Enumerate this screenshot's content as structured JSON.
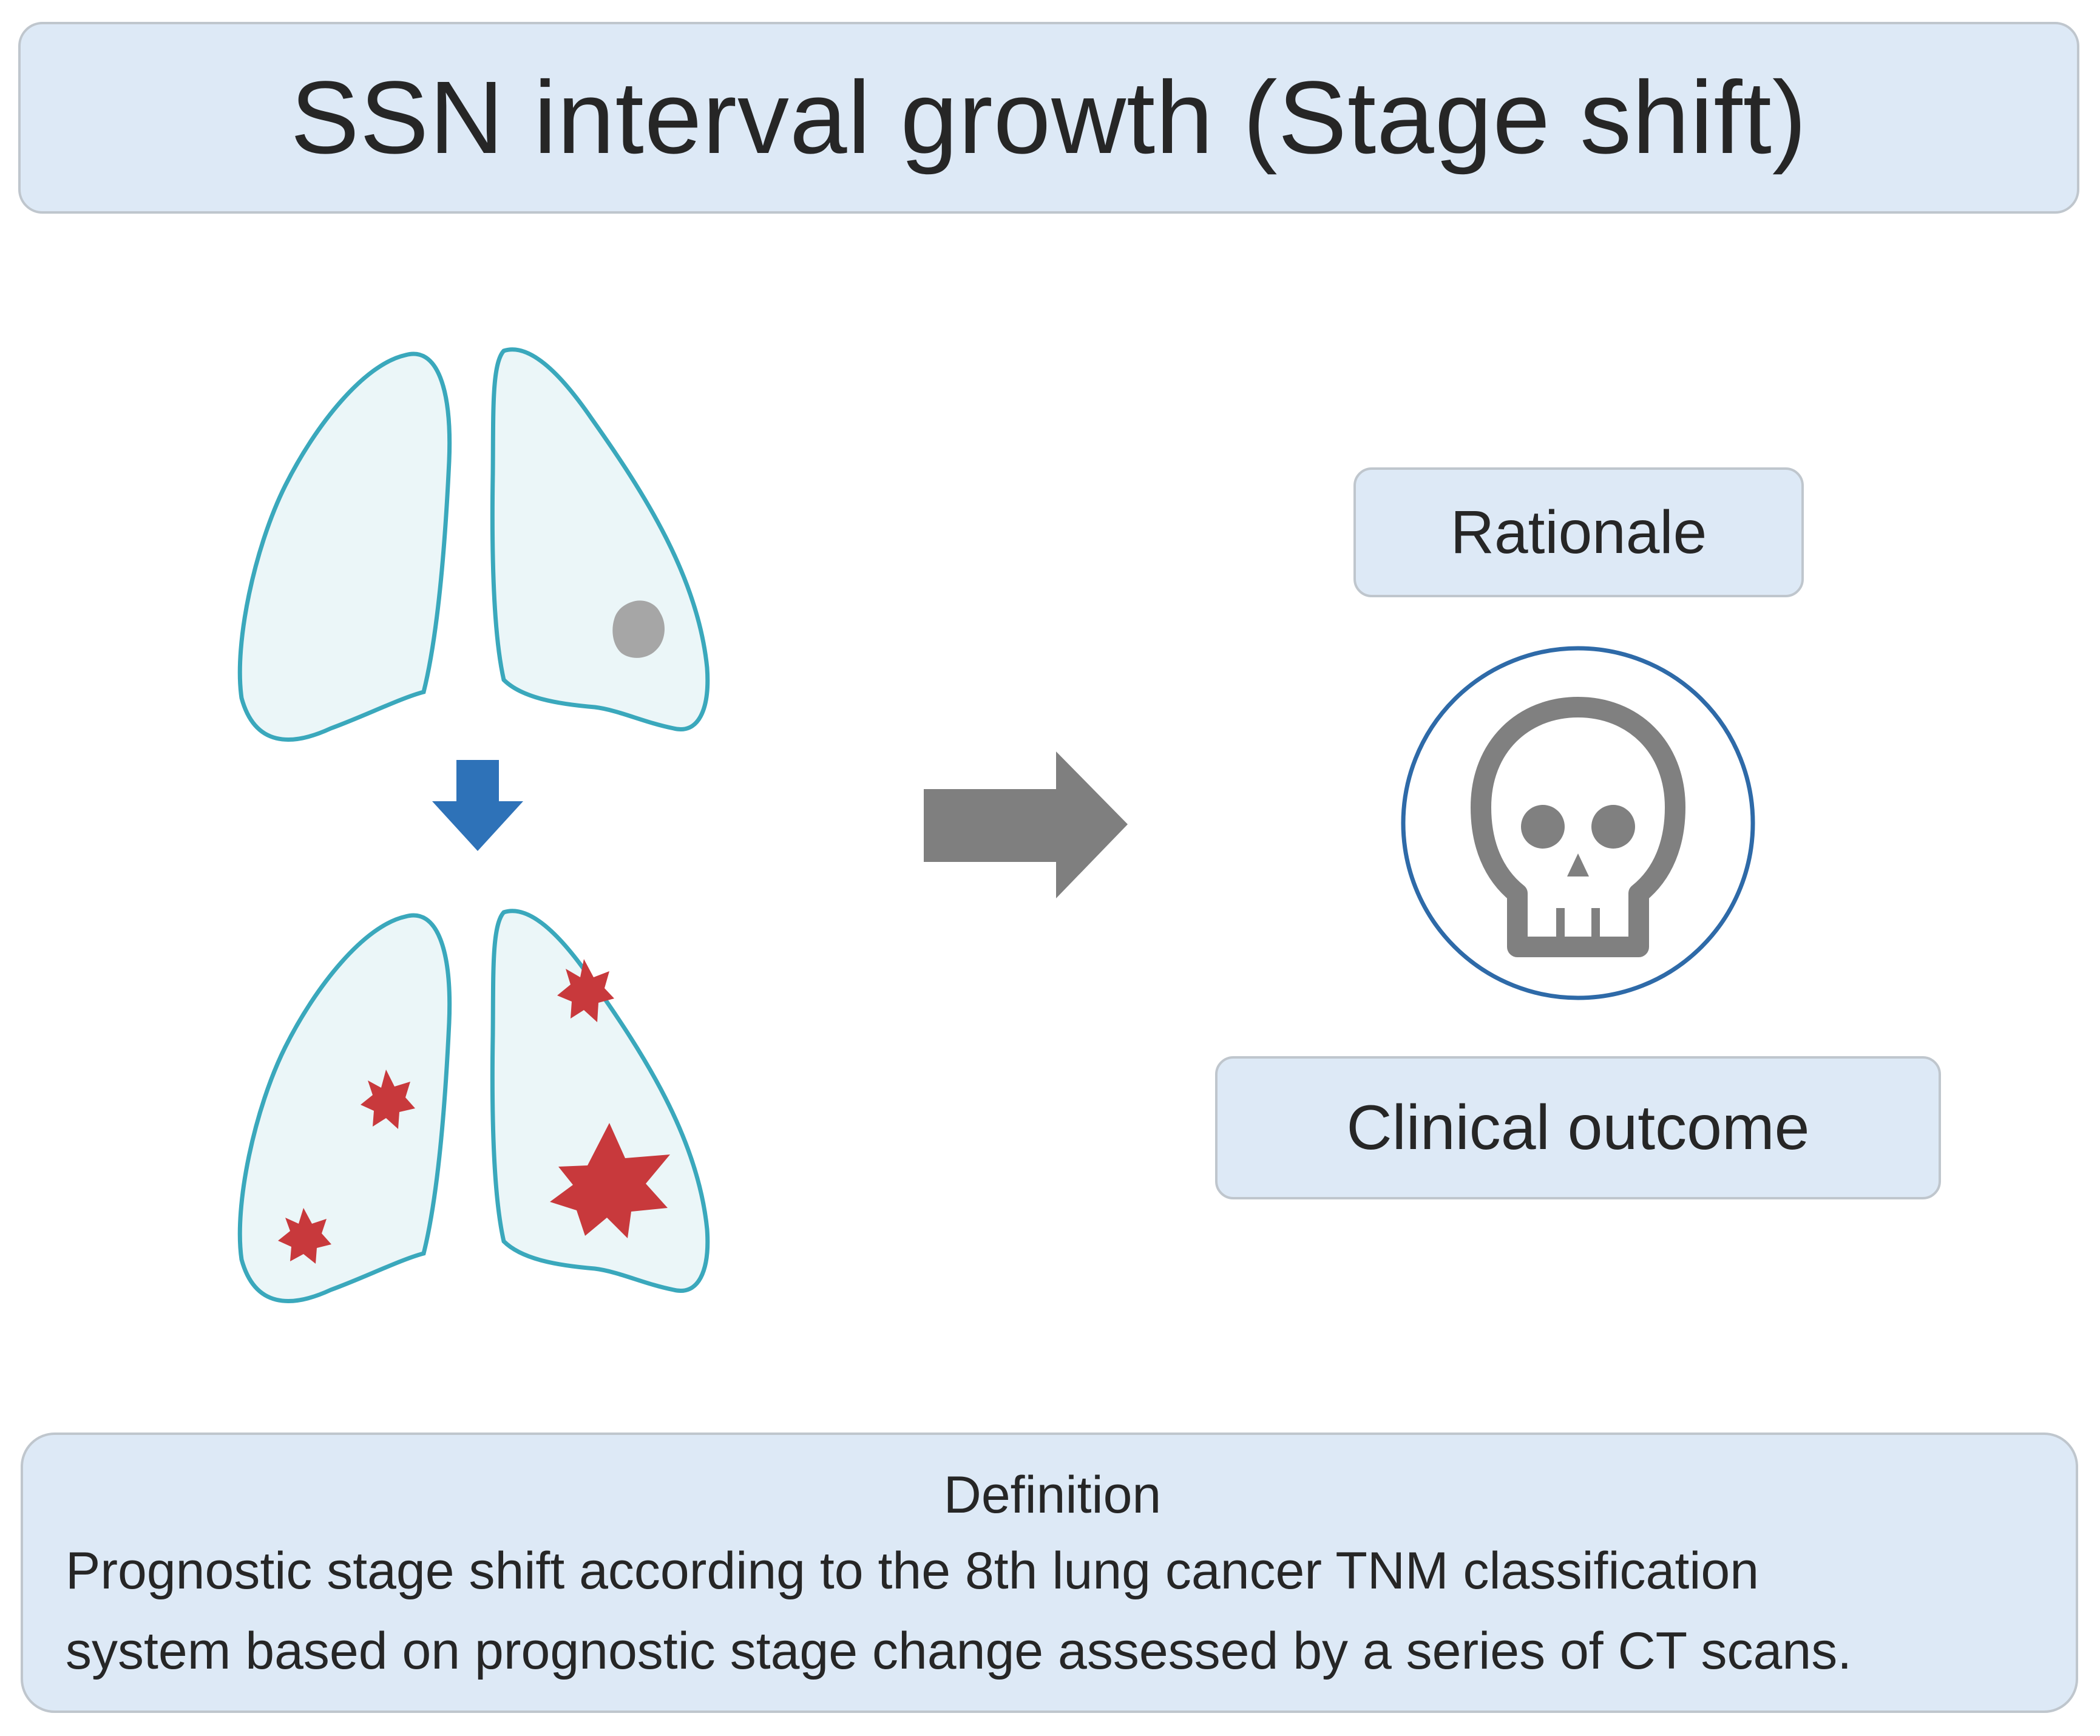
{
  "title": "SSN interval growth (Stage shift)",
  "rationale_label": "Rationale",
  "outcome_label": "Clinical outcome",
  "definition": {
    "heading": "Definition",
    "line1": "Prognostic stage shift according to the 8th lung cancer TNM classification",
    "line2": "system based on prognostic stage change assessed by a series of CT scans."
  },
  "colors": {
    "box_fill": "#dde9f6",
    "lung_outline": "#3aa8bc",
    "lung_fill": "#ebf6f8",
    "nodule_gray": "#a6a6a6",
    "tumor_red": "#c8393c",
    "down_arrow": "#2e72b8",
    "right_arrow": "#7f7f7f",
    "circle_outline": "#2e6aa8",
    "skull_gray": "#808080"
  },
  "icons": [
    "lung-icon",
    "nodule-icon",
    "tumor-icon",
    "down-arrow-icon",
    "right-arrow-icon",
    "skull-icon"
  ]
}
